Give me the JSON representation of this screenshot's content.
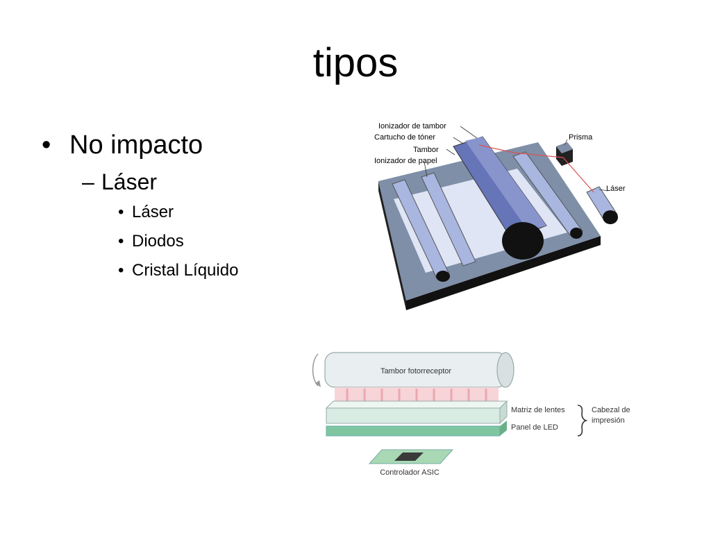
{
  "slide": {
    "title": "tipos",
    "bullets": {
      "level1": "No impacto",
      "level2": "Láser",
      "level3": [
        "Láser",
        "Diodos",
        "Cristal Líquido"
      ],
      "marker_round": "•",
      "marker_dash": "–"
    }
  },
  "laser_diagram": {
    "labels": {
      "drum_ionizer": "Ionizador de tambor",
      "toner_cartridge": "Cartucho de tóner",
      "drum": "Tambor",
      "paper_ionizer": "Ionizador de papel",
      "prism": "Prisma",
      "laser": "Láser"
    },
    "colors": {
      "base": "#7f8fa8",
      "base_dark": "#111111",
      "drum": "#6674b8",
      "roller": "#a8b6e0",
      "beam": "#e05050"
    }
  },
  "led_diagram": {
    "labels": {
      "drum": "Tambor fotorreceptor",
      "lens_array": "Matriz de lentes",
      "led_panel": "Panel de LED",
      "print_head": "Cabezal de impresión",
      "controller": "Controlador ASIC"
    },
    "colors": {
      "lens": "#d9ece4",
      "led": "#7fc6a0",
      "chip": "#3a3a3a"
    }
  }
}
